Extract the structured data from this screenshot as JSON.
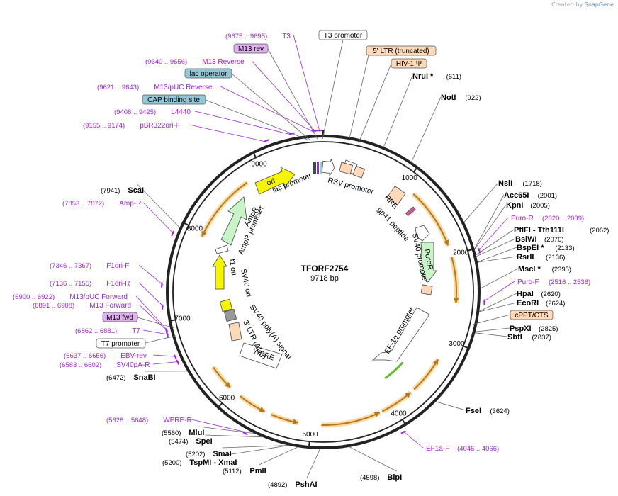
{
  "credit": {
    "prefix": "Created by",
    "brand": "SnapGene"
  },
  "plasmid": {
    "name": "TFORF2754",
    "size": "9718 bp"
  },
  "ticks": [
    "1000",
    "2000",
    "3000",
    "4000",
    "5000",
    "6000",
    "7000",
    "8000",
    "9000"
  ],
  "enzymes": [
    {
      "name": "NruI *",
      "pos": "(611)"
    },
    {
      "name": "NotI",
      "pos": "(922)"
    },
    {
      "name": "NsiI",
      "pos": "(1718)"
    },
    {
      "name": "Acc65I",
      "pos": "(2001)"
    },
    {
      "name": "KpnI",
      "pos": "(2005)"
    },
    {
      "name": "PflFI - Tth111I",
      "pos": "(2062)"
    },
    {
      "name": "BsiWI",
      "pos": "(2076)"
    },
    {
      "name": "BspEI *",
      "pos": "(2133)"
    },
    {
      "name": "RsrII",
      "pos": "(2136)"
    },
    {
      "name": "MscI *",
      "pos": "(2395)"
    },
    {
      "name": "HpaI",
      "pos": "(2620)"
    },
    {
      "name": "EcoRI",
      "pos": "(2624)"
    },
    {
      "name": "PspXI",
      "pos": "(2825)"
    },
    {
      "name": "SbfI",
      "pos": "(2837)"
    },
    {
      "name": "FseI",
      "pos": "(3624)"
    },
    {
      "name": "BlpI",
      "pos": "(4598)"
    },
    {
      "name": "PshAI",
      "pos": "(4892)"
    },
    {
      "name": "PmlI",
      "pos": "(5112)"
    },
    {
      "name": "TspMI - XmaI",
      "pos": "(5200)"
    },
    {
      "name": "SmaI",
      "pos": "(5202)"
    },
    {
      "name": "SpeI",
      "pos": "(5474)"
    },
    {
      "name": "MluI",
      "pos": "(5560)"
    },
    {
      "name": "SnaBI",
      "pos": "(6472)"
    },
    {
      "name": "ScaI",
      "pos": "(7941)"
    }
  ],
  "primers": [
    {
      "name": "T3",
      "pos": "(9675 .. 9695)"
    },
    {
      "name": "M13 Reverse",
      "pos": "(9640 .. 9656)"
    },
    {
      "name": "M13/pUC Reverse",
      "pos": "(9621 .. 9643)"
    },
    {
      "name": "L4440",
      "pos": "(9408 .. 9425)"
    },
    {
      "name": "pBR322ori-F",
      "pos": "(9155 .. 9174)"
    },
    {
      "name": "Amp-R",
      "pos": "(7853 .. 7872)"
    },
    {
      "name": "F1ori-F",
      "pos": "(7346 .. 7367)"
    },
    {
      "name": "F1ori-R",
      "pos": "(7136 .. 7155)"
    },
    {
      "name": "M13/pUC Forward",
      "pos": "(6900 .. 6922)"
    },
    {
      "name": "M13 Forward",
      "pos": "(6891 .. 6908)"
    },
    {
      "name": "T7",
      "pos": "(6862 .. 6881)"
    },
    {
      "name": "EBV-rev",
      "pos": "(6637 .. 6656)"
    },
    {
      "name": "SV40pA-R",
      "pos": "(6583 .. 6602)"
    },
    {
      "name": "WPRE-R",
      "pos": "(5628 .. 5648)"
    },
    {
      "name": "Puro-R",
      "pos": "(2020 .. 2039)"
    },
    {
      "name": "Puro-F",
      "pos": "(2516 .. 2536)"
    },
    {
      "name": "EF1a-F",
      "pos": "(4046 .. 4066)"
    }
  ],
  "boxlabels": {
    "m13rev": "M13 rev",
    "lacop": "lac operator",
    "cap": "CAP binding site",
    "t3prom": "T3 promoter",
    "ltr5": "5' LTR (truncated)",
    "hiv": "HIV-1 Ψ",
    "cppt": "cPPT/CTS",
    "m13fwd": "M13 fwd",
    "t7prom": "T7 promoter"
  },
  "features": {
    "lac_promoter": "lac promoter",
    "rsv_promoter": "RSV promoter",
    "rre": "RRE",
    "gp41": "gp41 peptide",
    "sv40_promoter": "SV40 promoter",
    "puror": "PuroR",
    "ef1a": "EF-1α promoter",
    "wpre": "WPRE",
    "ltr3": "3' LTR (ΔU3)",
    "sv40polya": "SV40 poly(A) signal",
    "sv40ori": "SV40 ori",
    "f1ori": "f1 ori",
    "ampr_promoter": "AmpR promoter",
    "ampr": "AmpR",
    "ori": "ori"
  },
  "colors": {
    "primer": "#9b27d6",
    "orf": "#f5a623",
    "promoter": "#ffffff",
    "ori_fill": "#f5f500",
    "ampr_fill": "#c8f5c8",
    "misc": "#ffd9b8",
    "puror_fill": "#c8f5c8"
  }
}
